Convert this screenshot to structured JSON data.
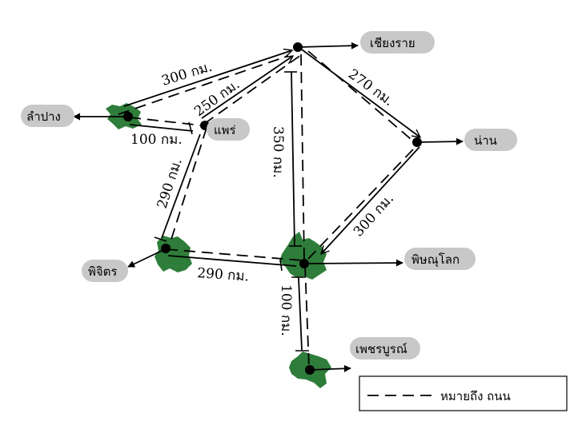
{
  "cities": {
    "chiangrai": "เชียงราย",
    "lampang": "ลำปาง",
    "phrae": "แพร่",
    "nan": "น่าน",
    "phichit": "พิจิตร",
    "phitsanulok": "พิษณุโลก",
    "phetchabun": "เพชรบูรณ์"
  },
  "edges": {
    "lampang_chiangrai": "300 กม.",
    "phrae_chiangrai": "250 กม.",
    "chiangrai_nan": "270 กม.",
    "lampang_phrae": "100 กม.",
    "chiangrai_phitsanulok": "350 กม.",
    "phrae_phichit": "290 กม.",
    "nan_phitsanulok": "300 กม.",
    "phichit_phitsanulok": "290 กม.",
    "phitsanulok_phetchabun": "100 กม."
  },
  "legend": {
    "text": "หมายถึง ถนน"
  },
  "colors": {
    "blob": "#2e7d3a",
    "pill": "#c8c8c8",
    "line": "#000000"
  }
}
